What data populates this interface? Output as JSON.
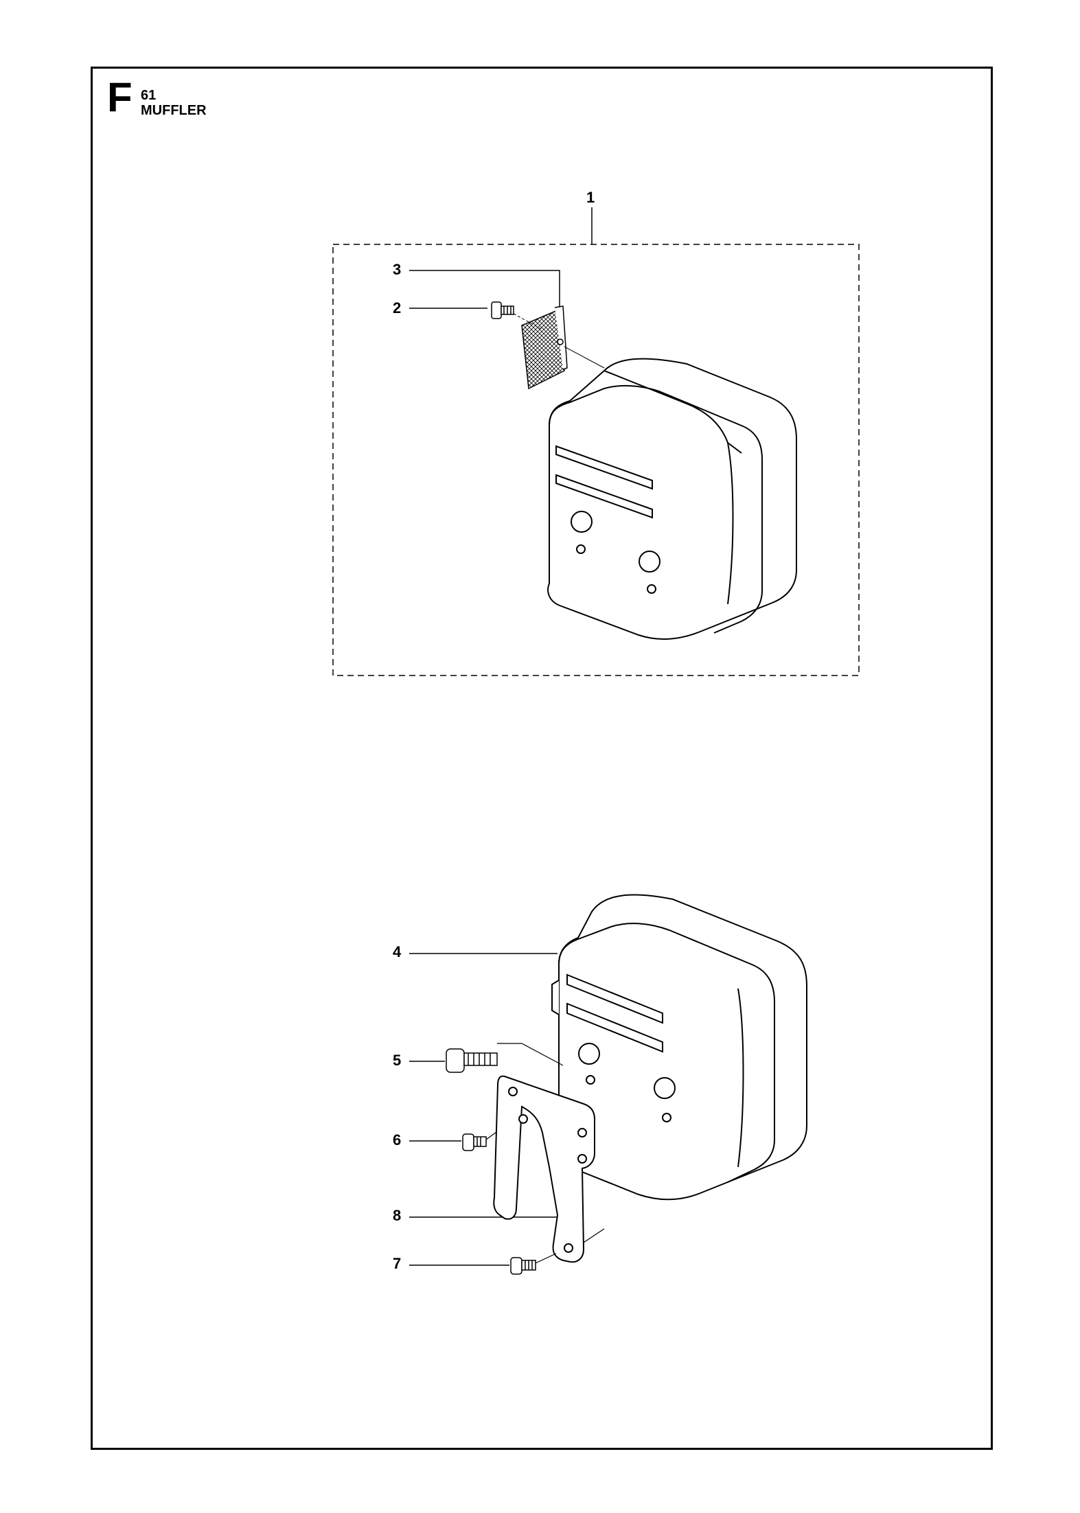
{
  "header": {
    "section_letter": "F",
    "section_number": "61",
    "section_title": "MUFFLER"
  },
  "callouts": [
    {
      "id": "c1",
      "label": "1"
    },
    {
      "id": "c2",
      "label": "2"
    },
    {
      "id": "c3",
      "label": "3"
    },
    {
      "id": "c4",
      "label": "4"
    },
    {
      "id": "c5",
      "label": "5"
    },
    {
      "id": "c6",
      "label": "6"
    },
    {
      "id": "c7",
      "label": "7"
    },
    {
      "id": "c8",
      "label": "8"
    }
  ]
}
